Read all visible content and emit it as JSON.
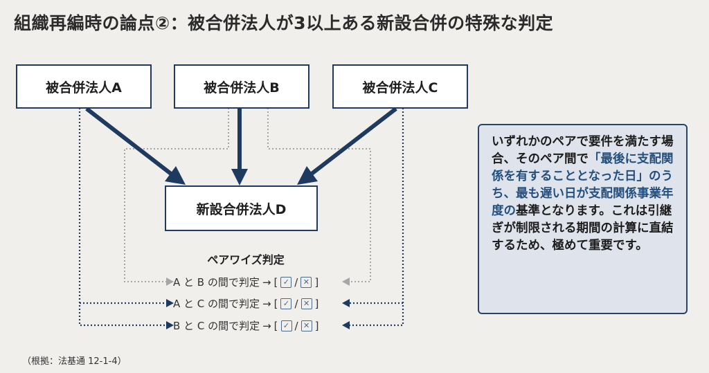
{
  "title": "組織再編時の論点②：被合併法人が3以上ある新設合併の特殊な判定",
  "nodes": {
    "a": "被合併法人A",
    "b": "被合併法人B",
    "c": "被合併法人C",
    "d": "新設合併法人D"
  },
  "pairwise": {
    "title": "ペアワイズ判定",
    "rows": [
      {
        "pair": "A と B の間で判定",
        "arrow": "→",
        "check": "☑",
        "sep": "/",
        "cross": "☒",
        "style": "gray-dotted"
      },
      {
        "pair": "A と C の間で判定",
        "arrow": "→",
        "check": "☑",
        "sep": "/",
        "cross": "☒",
        "style": "navy-dotted"
      },
      {
        "pair": "B と C の間で判定",
        "arrow": "→",
        "check": "☑",
        "sep": "/",
        "cross": "☒",
        "style": "navy-dotted"
      }
    ]
  },
  "note": {
    "part1": "いずれかのペアで要件を満たす場合、そのペア間で",
    "highlight": "「最後に支配関係を有することとなった日」のうち、最も遅い日が支配関係事業年度の",
    "part2": "基準となります。これは引継ぎが制限される期間の計算に直結するため、極めて重要です。"
  },
  "source": "（根拠：法基通 12-1-4）",
  "colors": {
    "navy": "#1f3a5f",
    "gray_dotted": "#a6a6a6",
    "highlight": "#24507e",
    "note_bg": "#dfe3ec"
  }
}
